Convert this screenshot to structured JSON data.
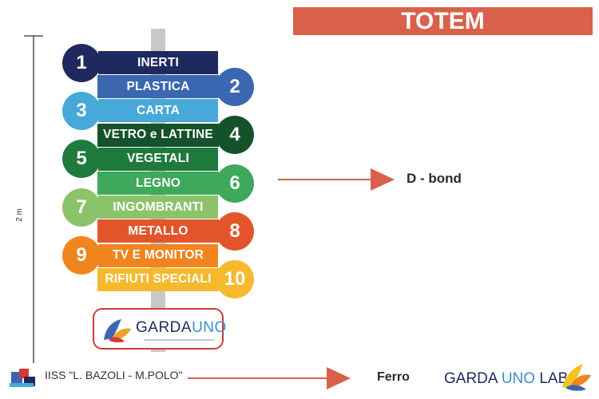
{
  "title": "TOTEM",
  "height_label": "2 m",
  "signs": [
    {
      "number": "1",
      "label": "INERTI",
      "color": "#1e2a5e"
    },
    {
      "number": "2",
      "label": "PLASTICA",
      "color": "#3a67b0"
    },
    {
      "number": "3",
      "label": "CARTA",
      "color": "#46a9d8"
    },
    {
      "number": "4",
      "label": "VETRO e LATTINE",
      "color": "#15522c"
    },
    {
      "number": "5",
      "label": "VEGETALI",
      "color": "#1f7a3d"
    },
    {
      "number": "6",
      "label": "LEGNO",
      "color": "#3ea85c"
    },
    {
      "number": "7",
      "label": "INGOMBRANTI",
      "color": "#8cc36a"
    },
    {
      "number": "8",
      "label": "METALLO",
      "color": "#e2552b"
    },
    {
      "number": "9",
      "label": "TV E MONITOR",
      "color": "#f0841e"
    },
    {
      "number": "10",
      "label": "RIFIUTI SPECIALI",
      "color": "#f6b92e"
    }
  ],
  "logo_text": {
    "garda": "GARDA",
    "uno": "UNO"
  },
  "annotations": {
    "sign_material": "D - bond",
    "pole_material": "Ferro"
  },
  "footer": {
    "school": "IISS \"L. BAZOLI - M.POLO\"",
    "lab_garda": "GARDA ",
    "lab_uno": "UNO",
    "lab_lab": " LAB"
  },
  "colors": {
    "accent": "#d9604b",
    "pole": "#c8c9c7",
    "logo_border": "#d33a36"
  }
}
